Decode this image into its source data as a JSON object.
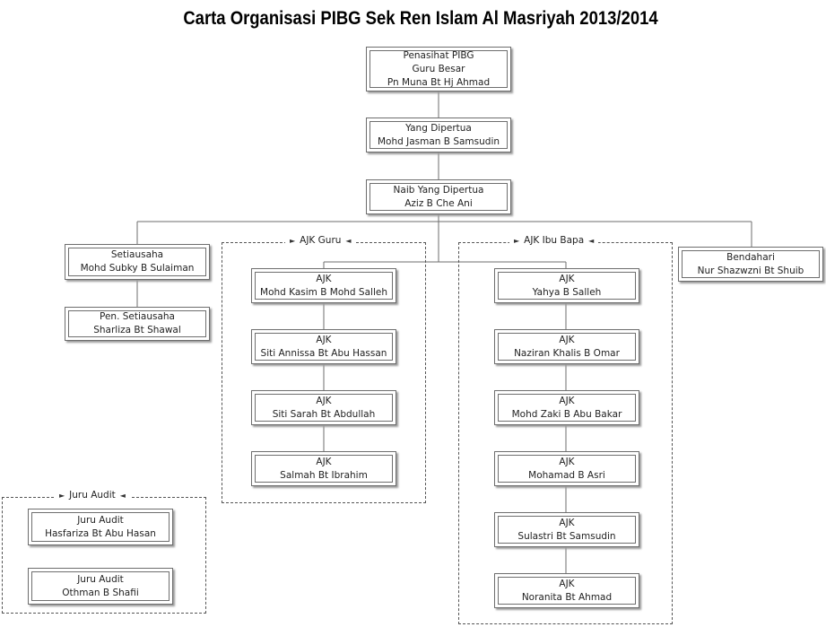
{
  "title": "Carta Organisasi PIBG Sek Ren Islam Al Masriyah 2013/2014",
  "nodes": {
    "penasihat": {
      "line1": "Penasihat PIBG",
      "line2": "Guru Besar",
      "line3": "Pn Muna Bt Hj Ahmad"
    },
    "yang_dipertua": {
      "line1": "Yang Dipertua",
      "line2": "Mohd Jasman B Samsudin"
    },
    "naib": {
      "line1": "Naib Yang Dipertua",
      "line2": "Aziz B Che Ani"
    },
    "setiausaha": {
      "line1": "Setiausaha",
      "line2": "Mohd Subky B Sulaiman"
    },
    "pen_setiausaha": {
      "line1": "Pen. Setiausaha",
      "line2": "Sharliza Bt Shawal"
    },
    "bendahari": {
      "line1": "Bendahari",
      "line2": "Nur Shazwzni Bt Shuib"
    }
  },
  "ajk_guru": {
    "label": "AJK Guru",
    "members": [
      {
        "role": "AJK",
        "name": "Mohd Kasim B Mohd Salleh"
      },
      {
        "role": "AJK",
        "name": "Siti Annissa Bt Abu Hassan"
      },
      {
        "role": "AJK",
        "name": "Siti Sarah Bt Abdullah"
      },
      {
        "role": "AJK",
        "name": "Salmah Bt Ibrahim"
      }
    ]
  },
  "ajk_ibu_bapa": {
    "label": "AJK Ibu Bapa",
    "members": [
      {
        "role": "AJK",
        "name": "Yahya B Salleh"
      },
      {
        "role": "AJK",
        "name": "Naziran Khalis B Omar"
      },
      {
        "role": "AJK",
        "name": "Mohd Zaki B Abu Bakar"
      },
      {
        "role": "AJK",
        "name": "Mohamad B Asri"
      },
      {
        "role": "AJK",
        "name": "Sulastri Bt Samsudin"
      },
      {
        "role": "AJK",
        "name": "Noranita Bt Ahmad"
      }
    ]
  },
  "juru_audit": {
    "label": "Juru Audit",
    "members": [
      {
        "role": "Juru Audit",
        "name": "Hasfariza Bt Abu Hasan"
      },
      {
        "role": "Juru Audit",
        "name": "Othman B Shafii"
      }
    ]
  },
  "colors": {
    "line": "#6e6e6e",
    "text": "#222222",
    "title": "#000000"
  }
}
